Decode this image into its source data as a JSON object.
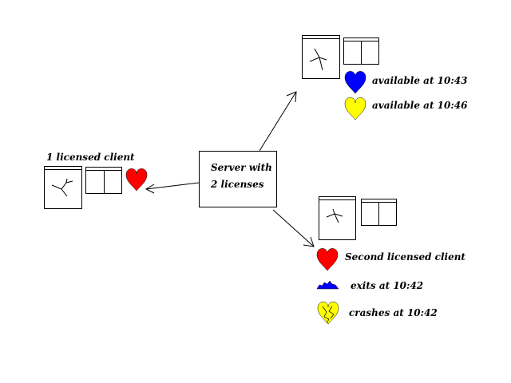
{
  "server": {
    "line1": "Server with",
    "line2": "2 licenses"
  },
  "client_left": {
    "label": "1 licensed client",
    "heart_color": "#ff0000"
  },
  "client_top": {
    "events": [
      {
        "text": "available at 10:43",
        "heart_color": "#0000ff"
      },
      {
        "text": "available at 10:46",
        "heart_color": "#ffff00"
      }
    ]
  },
  "client_bottom": {
    "label": "Second licensed client",
    "heart_color": "#ff0000",
    "events": [
      {
        "text": "exits at 10:42",
        "icon": "blue-splat-icon",
        "color": "#0000ff"
      },
      {
        "text": "crashes at 10:42",
        "icon": "broken-heart-icon",
        "color": "#ffff00"
      }
    ]
  }
}
